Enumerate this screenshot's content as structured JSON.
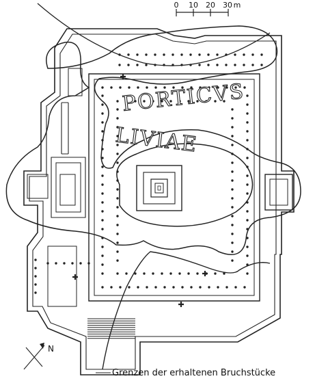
{
  "map": {
    "title_line1": "PORTICVS",
    "title_line2": "LIVIAE",
    "caption": "Grenzen der erhaltenen Bruchstücke",
    "north_label": "N",
    "scale": {
      "ticks": [
        "0",
        "10",
        "20",
        "30"
      ],
      "unit": "m"
    }
  },
  "colors": {
    "ink": "#222222",
    "background": "#ffffff"
  }
}
